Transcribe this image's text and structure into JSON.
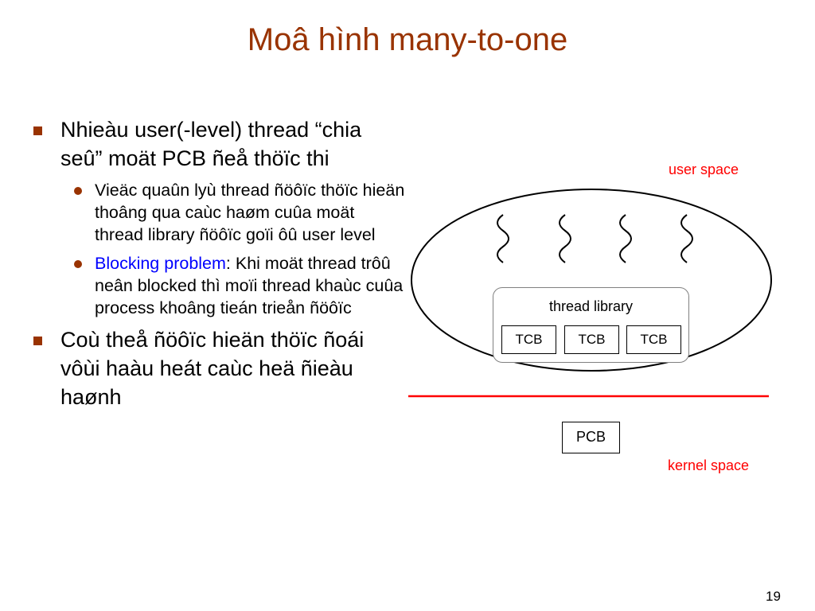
{
  "slide": {
    "title": "Moâ hình many-to-one",
    "page_number": "19"
  },
  "bullets": {
    "b1": "Nhieàu user(-level) thread “chia seû” moät PCB ñeå thöïc thi",
    "b1_sub1": "Vieäc quaûn lyù thread ñöôïc thöïc hieän thoâng qua caùc haøm cuûa moät thread library ñöôïc goïi ôû user level",
    "b1_sub2_highlight": "Blocking problem",
    "b1_sub2_rest": ": Khi moät thread trôû neân blocked thì moïi thread khaùc cuûa process khoâng tieán trieån ñöôïc",
    "b2": "Coù theå ñöôïc hieän thöïc ñoái vôùi haàu heát caùc heä ñieàu haønh"
  },
  "diagram": {
    "user_space_label": "user space",
    "kernel_space_label": "kernel space",
    "thread_library_label": "thread library",
    "tcb_labels": [
      "TCB",
      "TCB",
      "TCB"
    ],
    "pcb_label": "PCB",
    "thread_count": 4
  },
  "colors": {
    "title": "#993300",
    "bullet": "#993300",
    "highlight": "#0000ff",
    "space_labels": "#ff0000",
    "separator_line": "#ff0000"
  }
}
